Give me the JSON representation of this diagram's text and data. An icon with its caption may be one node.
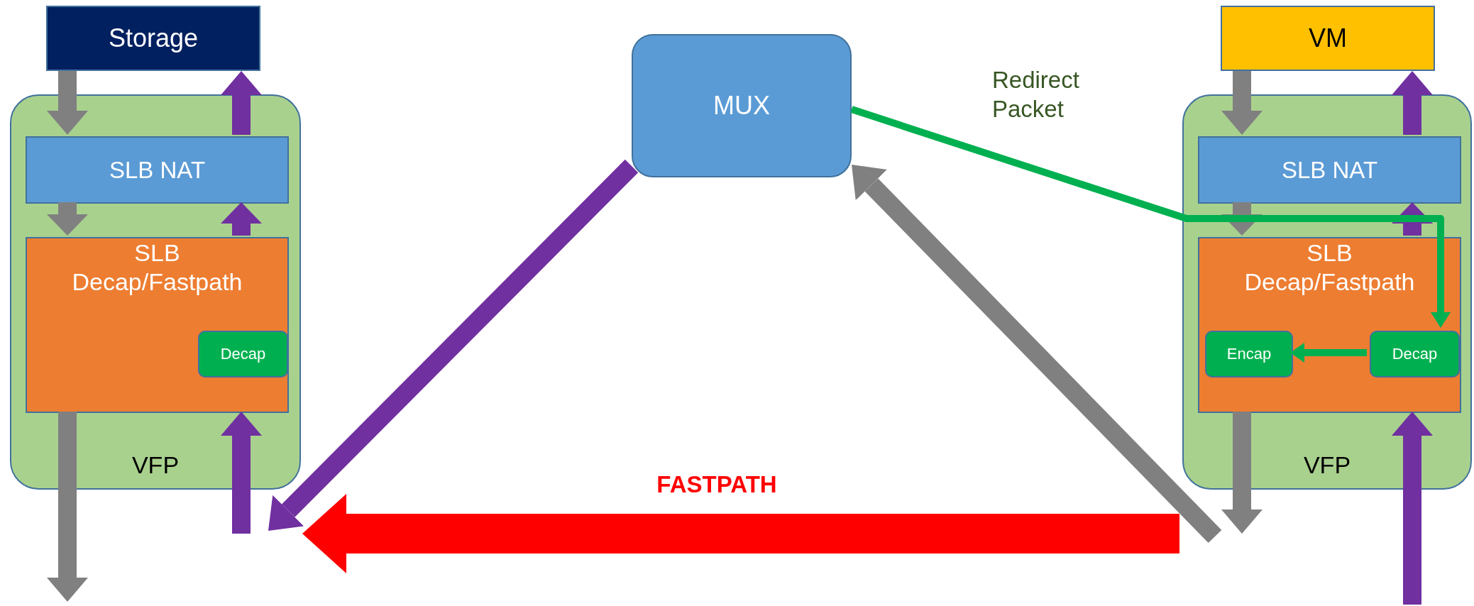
{
  "diagram": {
    "nodes": [
      {
        "text": [
          "Storage"
        ]
      },
      {
        "text": [
          "VFP"
        ]
      },
      {
        "text": [
          "SLB NAT"
        ],
        "in": 1
      },
      {
        "text": [
          "SLB Decap/Fastpath"
        ],
        "in": 1
      },
      {
        "text": [
          "Decap"
        ],
        "in": 3
      },
      {
        "text": [
          "MUX"
        ]
      },
      {
        "text": [
          "VM"
        ]
      },
      {
        "text": [
          "VFP"
        ]
      },
      {
        "text": [
          "SLB NAT"
        ],
        "in": 7
      },
      {
        "text": [
          "SLB Decap/Fastpath"
        ],
        "in": 7
      },
      {
        "text": [
          "Encap"
        ],
        "in": 9
      },
      {
        "text": [
          "Decap"
        ],
        "in": 9
      }
    ],
    "edges": [
      {
        "from": 0,
        "to": 2,
        "arrow": "to",
        "color": "#808080"
      },
      {
        "from": 2,
        "to": 0,
        "arrow": "to",
        "color": "#7030a0"
      },
      {
        "from": 2,
        "to": 3,
        "arrow": "to",
        "color": "#808080"
      },
      {
        "from": 3,
        "to": 2,
        "arrow": "to",
        "color": "#7030a0"
      },
      {
        "from": 3,
        "to": null,
        "arrow": "to",
        "color": "#808080"
      },
      {
        "from": null,
        "to": 3,
        "arrow": "to",
        "color": "#7030a0"
      },
      {
        "from": 5,
        "to": 1,
        "arrow": "to",
        "color": "#7030a0"
      },
      {
        "from": 6,
        "to": 8,
        "arrow": "to",
        "color": "#808080"
      },
      {
        "from": 8,
        "to": 6,
        "arrow": "to",
        "color": "#7030a0"
      },
      {
        "from": 8,
        "to": 9,
        "arrow": "to",
        "color": "#808080"
      },
      {
        "from": 9,
        "to": 8,
        "arrow": "to",
        "color": "#7030a0"
      },
      {
        "from": 9,
        "to": null,
        "arrow": "to",
        "color": "#808080"
      },
      {
        "from": null,
        "to": 9,
        "arrow": "to",
        "color": "#7030a0"
      },
      {
        "from": null,
        "to": 5,
        "arrow": "to",
        "color": "#808080"
      },
      {
        "from": 5,
        "to": 11,
        "arrow": "to",
        "label": "Redirect Packet",
        "color": "#00b050"
      },
      {
        "from": 11,
        "to": 10,
        "arrow": "to",
        "color": "#00b050"
      },
      {
        "from": 7,
        "to": 1,
        "arrow": "to",
        "label": "FASTPATH",
        "style": "thick",
        "color": "#ff0000"
      }
    ]
  }
}
